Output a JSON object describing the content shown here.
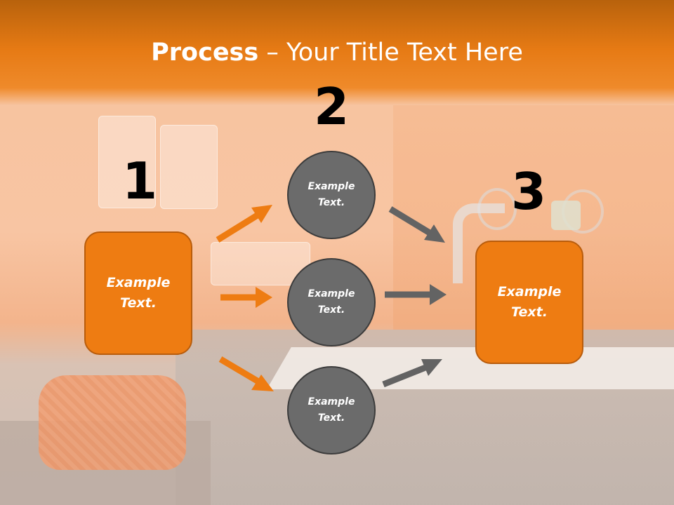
{
  "title": {
    "bold": "Process",
    "rest": " – Your Title Text Here"
  },
  "steps": {
    "one": {
      "number": "1",
      "label": "Example Text."
    },
    "two": {
      "number": "2",
      "labels": [
        "Example Text.",
        "Example Text.",
        "Example Text."
      ]
    },
    "three": {
      "number": "3",
      "label": "Example Text."
    }
  },
  "colors": {
    "accent": "#ee7c12",
    "circle": "#6b6b6b",
    "arrow_orange": "#ee7c12",
    "arrow_gray": "#636363"
  }
}
